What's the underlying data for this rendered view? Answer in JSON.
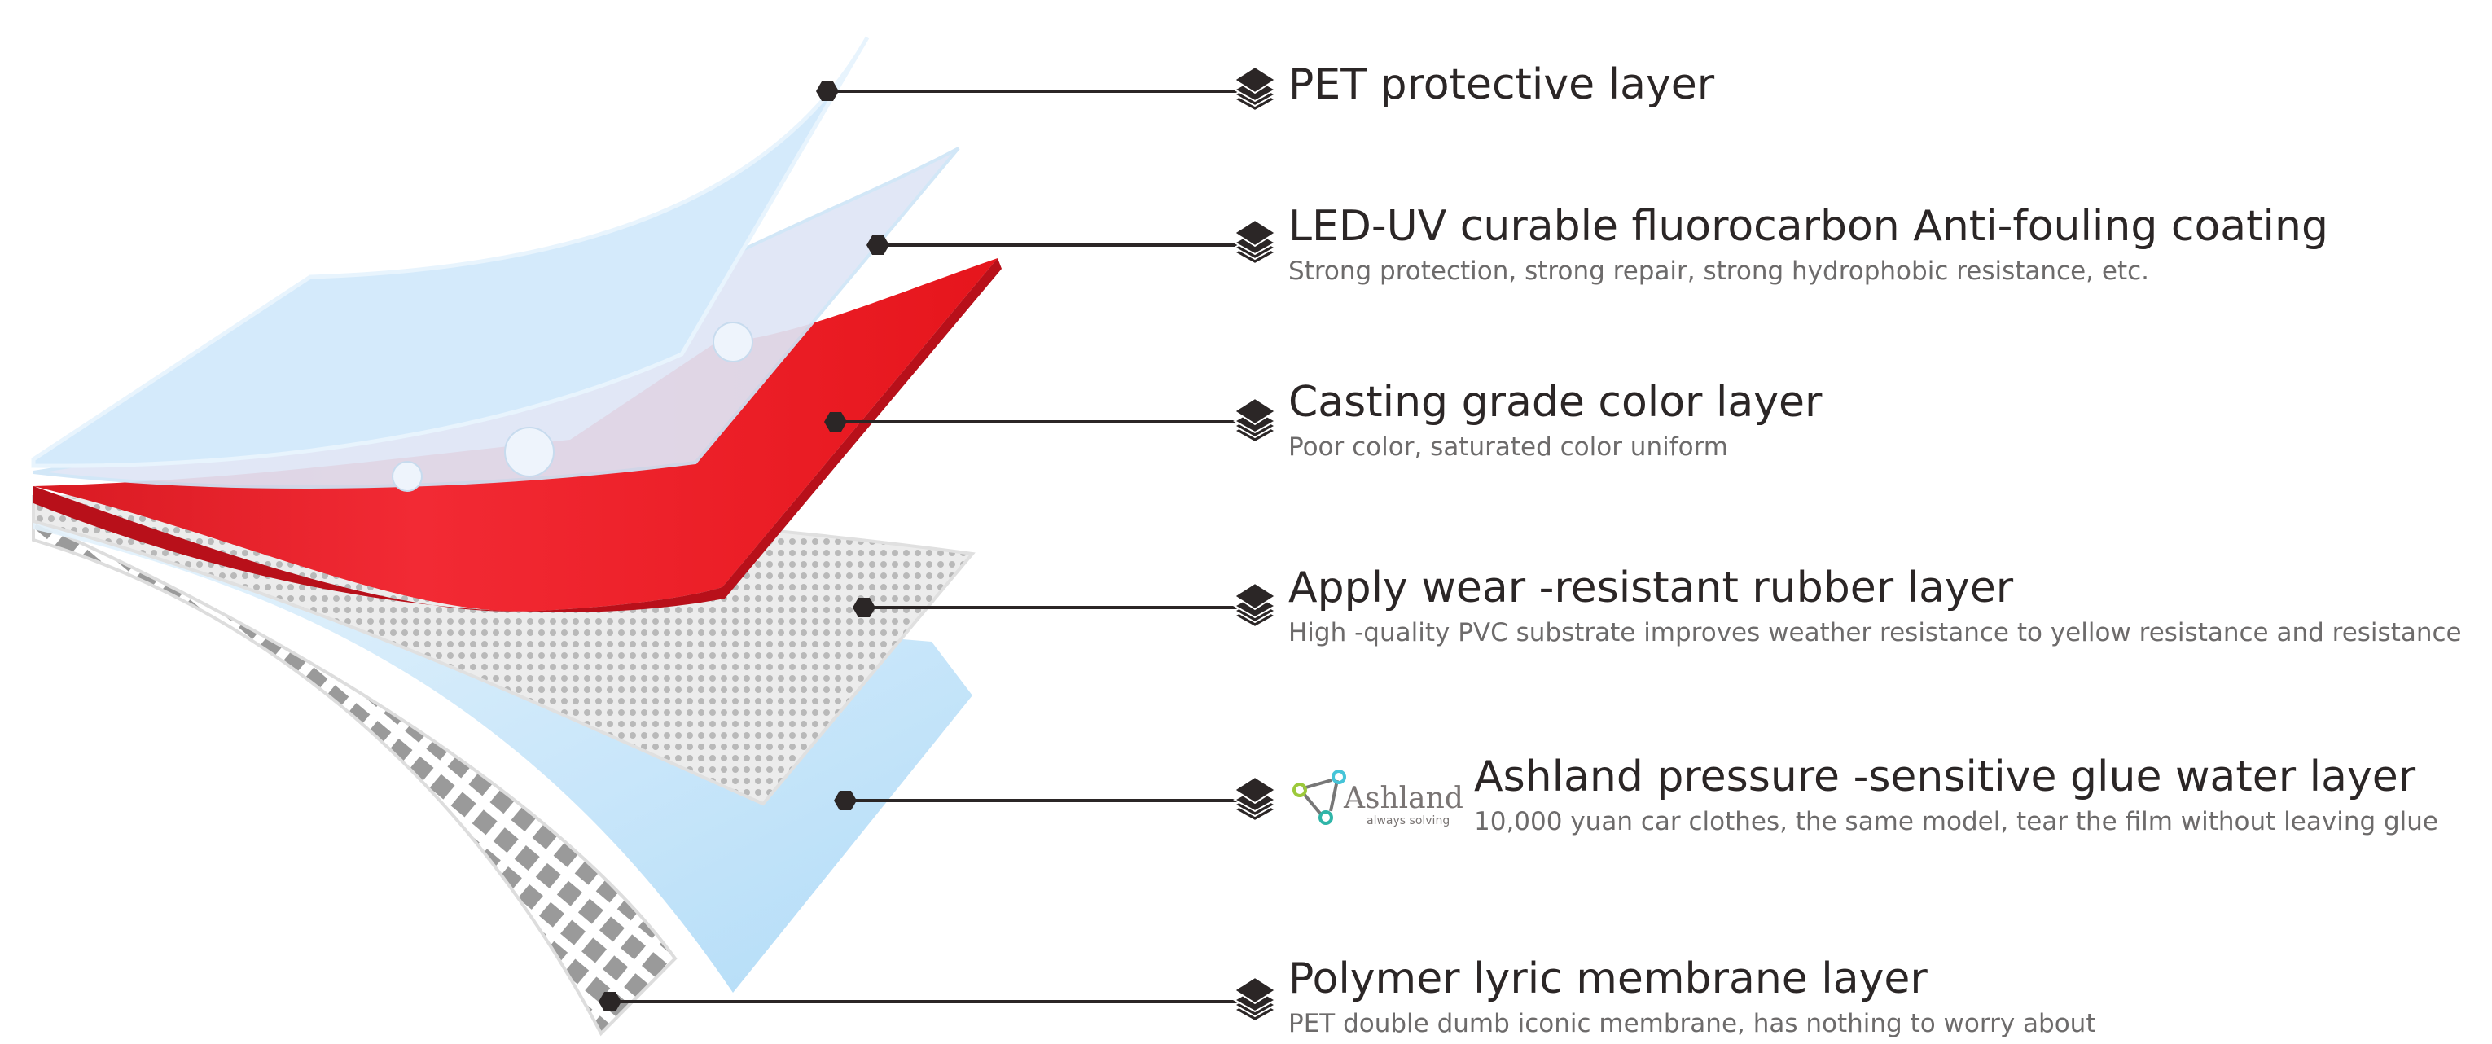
{
  "layers": [
    {
      "title": "PET protective layer",
      "subtitle": null
    },
    {
      "title": "LED-UV curable fluorocarbon Anti-fouling coating",
      "subtitle": "Strong protection, strong repair, strong hydrophobic resistance, etc."
    },
    {
      "title": "Casting grade color layer",
      "subtitle": "Poor color, saturated color uniform"
    },
    {
      "title": "Apply wear -resistant rubber layer",
      "subtitle": "High -quality PVC substrate improves weather resistance to yellow resistance and resistance"
    },
    {
      "title": "Ashland pressure -sensitive glue water layer",
      "subtitle": "10,000 yuan car clothes, the same model, tear the film without leaving glue"
    },
    {
      "title": "Polymer lyric membrane layer",
      "subtitle": "PET double dumb iconic membrane, has nothing to worry about"
    }
  ],
  "logo": {
    "name": "Ashland",
    "tagline": "always solving"
  },
  "colors": {
    "red": "#e81c24",
    "blue": "#cfe8fa",
    "text": "#2b2626",
    "sub": "#6d6b6b"
  }
}
